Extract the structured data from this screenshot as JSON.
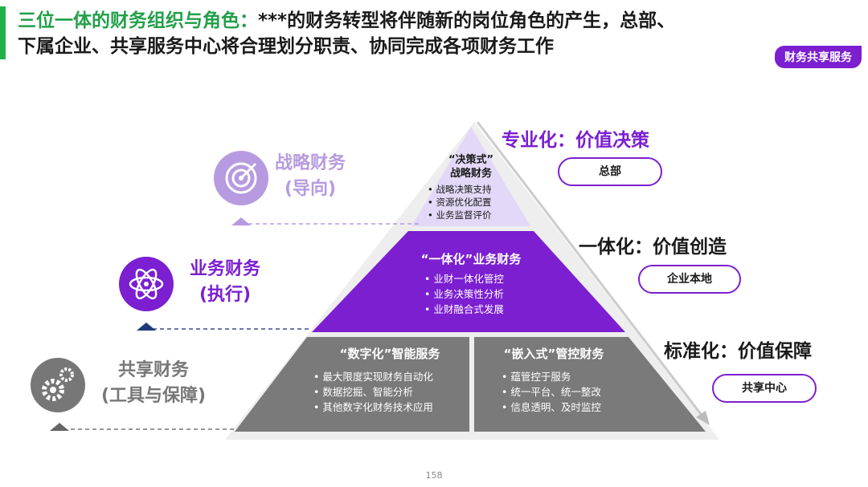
{
  "header": {
    "title_lead": "三位一体的财务组织与角色：",
    "title_rest": "***的财务转型将伴随新的岗位角色的产生，总部、",
    "title_line2": "下属企业、共享服务中心将合理划分职责、协同完成各项财务工作",
    "tag": "财务共享服务"
  },
  "left_roles": [
    {
      "name": "战略财务",
      "sub": "(导向)",
      "icon": "target-icon",
      "color": "#b79be0"
    },
    {
      "name": "业务财务",
      "sub": "(执行)",
      "icon": "atom-icon",
      "color": "#7b1fd1"
    },
    {
      "name": "共享财务",
      "sub": "(工具与保障)",
      "icon": "gears-icon",
      "color": "#777777"
    }
  ],
  "pyramid": {
    "top": {
      "title_line1": "“决策式”",
      "title_line2": "战略财务",
      "items": [
        "战略决策支持",
        "资源优化配置",
        "业务监督评价"
      ]
    },
    "middle": {
      "title": "“一体化”业务财务",
      "items": [
        "业财一体化管控",
        "业务决策性分析",
        "业财融合式发展"
      ]
    },
    "bottom_left": {
      "title": "“数字化”智能服务",
      "items": [
        "最大限度实现财务自动化",
        "数据挖掘、智能分析",
        "其他数字化财务技术应用"
      ]
    },
    "bottom_right": {
      "title": "“嵌入式”管控财务",
      "items": [
        "蕴管控于服务",
        "统一平台、统一整改",
        "信息透明、及时监控"
      ]
    }
  },
  "right_levels": [
    {
      "heading": "专业化：价值决策",
      "pill": "总部"
    },
    {
      "heading": "一体化：价值创造",
      "pill": "企业本地"
    },
    {
      "heading": "标准化：价值保障",
      "pill": "共享中心"
    }
  ],
  "colors": {
    "purple": "#7b1fd1",
    "light_purple": "#e3d8f7",
    "gray": "#7a7a7a",
    "green": "#22a04a"
  },
  "page_number": "158"
}
